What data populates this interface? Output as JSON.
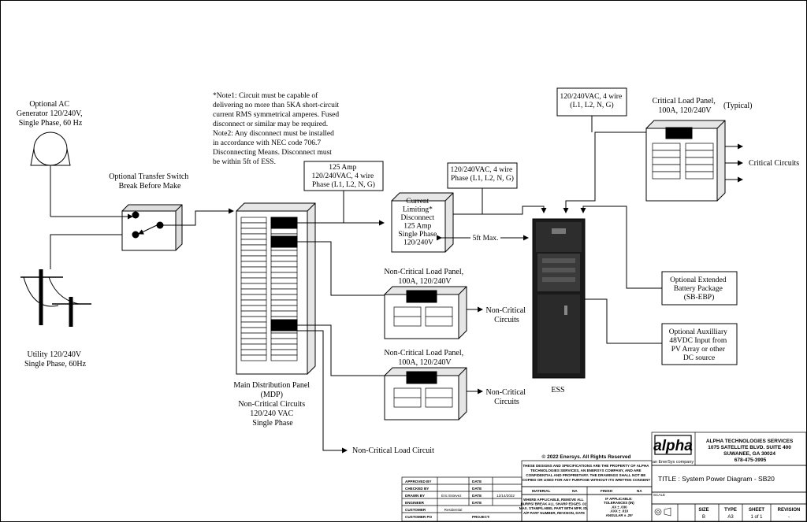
{
  "labels": {
    "generator": [
      "Optional AC",
      "Generator 120/240V,",
      "Single Phase, 60 Hz"
    ],
    "utility": [
      "Utility 120/240V",
      "Single Phase, 60Hz"
    ],
    "transfer_switch": [
      "Optional Transfer Switch",
      "Break Before Make"
    ],
    "note": [
      "*Note1: Circuit must be capable of",
      "delivering no more than 5KA short-circuit",
      "current RMS symmetrical amperes. Fused",
      "disconnect or similar may be required.",
      "Note2: Any disconnect must be installed",
      "in accordance with NEC code 706.7",
      "Disconnecting Means. Disconnect must",
      "be within 5ft of ESS."
    ],
    "box_125amp": [
      "125 Amp",
      "120/240VAC, 4 wire",
      "Phase (L1, L2, N, G)"
    ],
    "box_mid_wire": [
      "120/240VAC, 4 wire",
      "Phase (L1, L2, N, G)"
    ],
    "box_top_wire": [
      "120/240VAC, 4 wire",
      "(L1, L2, N, G)"
    ],
    "current_limiting": [
      "Current",
      "Limiting*",
      "Disconnect",
      "125 Amp",
      "Single Phase",
      "120/240V"
    ],
    "five_ft": "5ft Max.",
    "critical_panel": [
      "Critical Load Panel,",
      "100A, 120/240V"
    ],
    "typical": "(Typical)",
    "critical_circuits": "Critical Circuits",
    "nc_panel": [
      "Non-Critical Load Panel,",
      "100A, 120/240V"
    ],
    "nc_circuits": [
      "Non-Critical",
      "Circuits"
    ],
    "mdp": [
      "Main Distribution Panel",
      "(MDP)",
      "Non-Critical Circuits",
      "120/240 VAC",
      "Single Phase"
    ],
    "nc_load_circuit": "Non-Critical Load Circuit",
    "ess": "ESS",
    "ebp": [
      "Optional Extended",
      "Battery Package",
      "(SB-EBP)"
    ],
    "aux": [
      "Optional Auxilliary",
      "48VDC Input from",
      "PV Array or other",
      "DC source"
    ]
  },
  "title_block": {
    "logo": "alpha",
    "logo_sub": "an EnerSys company",
    "company": [
      "ALPHA TECHNOLOGIES SERVICES",
      "1075 SATELLITE BLVD. SUITE 400",
      "SUWANEE, GA 30024",
      "678-475-3995"
    ],
    "copyright": "© 2022 Enersys. All Rights Reserved",
    "confidential": [
      "THESE DESIGNS AND SPECIFICATIONS ARE THE PROPERTY OF ALPHA",
      "TECHNOLOGIES SERVICES, AN ENERSYS COMPANY, AND ARE",
      "CONFIDENTIAL AND PROPRIETARY. THE DRAWINGS SHALL NOT BE",
      "COPIED OR USED FOR ANY PURPOSE WITHOUT ITS WRITTEN CONSENT"
    ],
    "material_label": "MATERIAL",
    "material_value": "NA",
    "finish_label": "FINISH",
    "finish_value": "NA",
    "notes_left": [
      "WHERE APPLICABLE, REMOVE ALL",
      "BURRS/ BREAK ALL SHARP EDGES .02",
      "MAX. STAMP/LABEL PART WITH MFR. ID,",
      "A/P PART NUMBER, REVISION, DATE"
    ],
    "notes_right": [
      "IF APPLICABLE:",
      "TOLERANCES (IN)",
      ".XX ± .030",
      ".XXX ± .010",
      "ANGULAR ± .25°"
    ],
    "approved_label": "APPROVED BY",
    "checked_label": "CHECKED BY",
    "drawn_label": "DRAWN BY",
    "drawn_value": "Eric Estevez",
    "engineer_label": "ENGINEER",
    "customer_label": "CUSTOMER",
    "customer_value": "Residential",
    "customer_po_label": "CUSTOMER PO",
    "project_label": "PROJECT:",
    "date_label": "DATE",
    "date_value": "12/14/2022",
    "title": "TITLE : System Power Diagram - SB20",
    "scale_label": "SCALE",
    "size_label": "SIZE",
    "size_value": "B",
    "type_label": "TYPE",
    "type_value": "A3",
    "sheet_label": "SHEET",
    "sheet_value": "1 of 1",
    "revision_label": "REVISION",
    "revision_value": "-"
  }
}
